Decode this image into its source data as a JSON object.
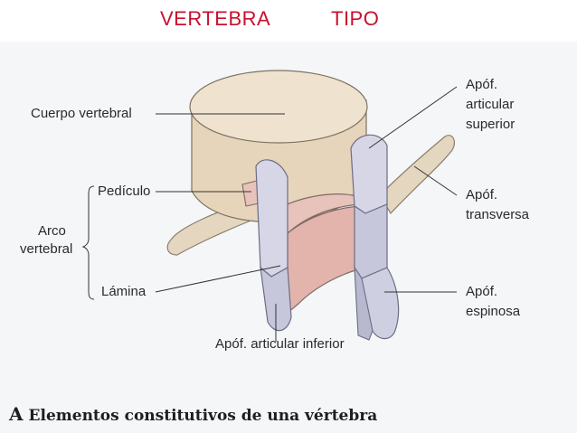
{
  "header": {
    "title_left": "VERTEBRA",
    "title_right": "TIPO",
    "title_color": "#c8102e"
  },
  "labels": {
    "cuerpo": "Cuerpo vertebral",
    "pediculo": "Pedículo",
    "arco_line1": "Arco",
    "arco_line2": "vertebral",
    "lamina": "Lámina",
    "apof_inferior": "Apóf. articular inferior",
    "apof_superior_1": "Apóf.",
    "apof_superior_2": "articular",
    "apof_superior_3": "superior",
    "apof_transversa_1": "Apóf.",
    "apof_transversa_2": "transversa",
    "apof_espinosa_1": "Apóf.",
    "apof_espinosa_2": "espinosa"
  },
  "caption": {
    "letter": "A",
    "text": "Elementos constitutivos de una vértebra"
  },
  "colors": {
    "body": "#e8d8bf",
    "body_top": "#efe3cf",
    "arch_pink": "#e8c3bb",
    "process_lavender": "#d6d6e6",
    "process_dark": "#b8b8cf",
    "transverse": "#e4d6bf",
    "background": "#f5f6f8"
  }
}
